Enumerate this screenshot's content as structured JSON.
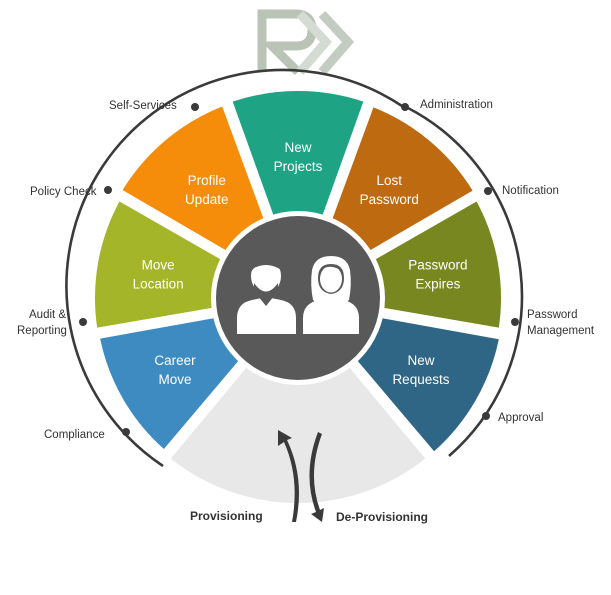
{
  "logo": {
    "text": "RK",
    "color": "#b9c4b6"
  },
  "segments": [
    {
      "id": "new-projects",
      "line1": "New",
      "line2": "Projects",
      "color": "#1fa385"
    },
    {
      "id": "lost-password",
      "line1": "Lost",
      "line2": "Password",
      "color": "#bd6a10"
    },
    {
      "id": "password-expires",
      "line1": "Password",
      "line2": "Expires",
      "color": "#78871f"
    },
    {
      "id": "new-requests",
      "line1": "New",
      "line2": "Requests",
      "color": "#2f6585"
    },
    {
      "id": "career-move",
      "line1": "Career",
      "line2": "Move",
      "color": "#3e8bc2"
    },
    {
      "id": "move-location",
      "line1": "Move",
      "line2": "Location",
      "color": "#a4b52a"
    },
    {
      "id": "profile-update",
      "line1": "Profile",
      "line2": "Update",
      "color": "#f58d0b"
    }
  ],
  "empty_segment_color": "#e8e8e8",
  "hub": {
    "fill": "#595959",
    "ring": "#ffffff",
    "icon": "two-users-icon"
  },
  "outer_labels": {
    "self_services": "Self-Services",
    "administration": "Administration",
    "policy_check": "Policy Check",
    "notification": "Notification",
    "audit_reporting_1": "Audit &",
    "audit_reporting_2": "Reporting",
    "password_management_1": "Password",
    "password_management_2": "Management",
    "compliance": "Compliance",
    "approval": "Approval"
  },
  "flow": {
    "provisioning": "Provisioning",
    "deprovisioning": "De-Provisioning"
  },
  "outline_color": "#3a3a3a"
}
